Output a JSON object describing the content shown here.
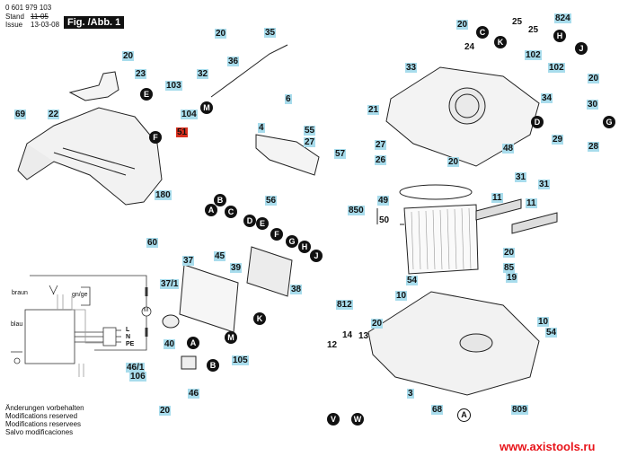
{
  "header": {
    "part_number": "0 601 979 103",
    "stand_label": "Stand",
    "stand_value": "11-05",
    "issue_label": "Issue",
    "issue_value": "13-03-08",
    "figure_title": "Fig. /Abb. 1"
  },
  "notes": [
    "Änderungen vorbehalten",
    "Modifications reserved",
    "Modifications reservees",
    "Salvo modificaciones"
  ],
  "watermark": "www.axistools.ru",
  "wiring": {
    "labels": [
      "braun",
      "gn/ge",
      "blau",
      "L",
      "N",
      "PE",
      "M"
    ]
  },
  "part_labels": [
    {
      "id": "p20a",
      "text": "20"
    },
    {
      "id": "p23",
      "text": "23"
    },
    {
      "id": "p69",
      "text": "69"
    },
    {
      "id": "p22",
      "text": "22"
    },
    {
      "id": "p180",
      "text": "180"
    },
    {
      "id": "p51",
      "text": "51",
      "highlight": true
    },
    {
      "id": "p20b",
      "text": "20"
    },
    {
      "id": "p35",
      "text": "35"
    },
    {
      "id": "p36",
      "text": "36"
    },
    {
      "id": "p32",
      "text": "32"
    },
    {
      "id": "p103",
      "text": "103"
    },
    {
      "id": "p104",
      "text": "104"
    },
    {
      "id": "p6",
      "text": "6"
    },
    {
      "id": "p4",
      "text": "4"
    },
    {
      "id": "p55",
      "text": "55"
    },
    {
      "id": "p27a",
      "text": "27"
    },
    {
      "id": "p57",
      "text": "57"
    },
    {
      "id": "p56",
      "text": "56"
    },
    {
      "id": "p60",
      "text": "60"
    },
    {
      "id": "p37",
      "text": "37"
    },
    {
      "id": "p45",
      "text": "45"
    },
    {
      "id": "p39",
      "text": "39"
    },
    {
      "id": "p37_1",
      "text": "37/1"
    },
    {
      "id": "p38",
      "text": "38"
    },
    {
      "id": "p40",
      "text": "40"
    },
    {
      "id": "p105",
      "text": "105"
    },
    {
      "id": "p46_1",
      "text": "46/1"
    },
    {
      "id": "p106",
      "text": "106"
    },
    {
      "id": "p46",
      "text": "46"
    },
    {
      "id": "p20c",
      "text": "20"
    },
    {
      "id": "p20d",
      "text": "20"
    },
    {
      "id": "p824",
      "text": "824"
    },
    {
      "id": "p25a",
      "text": "25"
    },
    {
      "id": "p25b",
      "text": "25"
    },
    {
      "id": "p24",
      "text": "24"
    },
    {
      "id": "p102a",
      "text": "102"
    },
    {
      "id": "p102b",
      "text": "102"
    },
    {
      "id": "p33",
      "text": "33"
    },
    {
      "id": "p20e",
      "text": "20"
    },
    {
      "id": "p34",
      "text": "34"
    },
    {
      "id": "p30",
      "text": "30"
    },
    {
      "id": "p21",
      "text": "21"
    },
    {
      "id": "p29",
      "text": "29"
    },
    {
      "id": "p28",
      "text": "28"
    },
    {
      "id": "p27b",
      "text": "27"
    },
    {
      "id": "p48",
      "text": "48"
    },
    {
      "id": "p26",
      "text": "26"
    },
    {
      "id": "p20f",
      "text": "20"
    },
    {
      "id": "p31a",
      "text": "31"
    },
    {
      "id": "p31b",
      "text": "31"
    },
    {
      "id": "p49",
      "text": "49"
    },
    {
      "id": "p850",
      "text": "850"
    },
    {
      "id": "p50",
      "text": "50"
    },
    {
      "id": "p11a",
      "text": "11"
    },
    {
      "id": "p11b",
      "text": "11"
    },
    {
      "id": "p20g",
      "text": "20"
    },
    {
      "id": "p85",
      "text": "85"
    },
    {
      "id": "p19",
      "text": "19"
    },
    {
      "id": "p54a",
      "text": "54"
    },
    {
      "id": "p812",
      "text": "812"
    },
    {
      "id": "p10a",
      "text": "10"
    },
    {
      "id": "p20h",
      "text": "20"
    },
    {
      "id": "p10b",
      "text": "10"
    },
    {
      "id": "p14",
      "text": "14"
    },
    {
      "id": "p12",
      "text": "12"
    },
    {
      "id": "p13",
      "text": "13"
    },
    {
      "id": "p54b",
      "text": "54"
    },
    {
      "id": "p3",
      "text": "3"
    },
    {
      "id": "p68",
      "text": "68"
    },
    {
      "id": "p809",
      "text": "809"
    }
  ],
  "connectors": [
    {
      "id": "cE1",
      "text": "E"
    },
    {
      "id": "cF1",
      "text": "F"
    },
    {
      "id": "cM1",
      "text": "M"
    },
    {
      "id": "cA1",
      "text": "A"
    },
    {
      "id": "cB1",
      "text": "B"
    },
    {
      "id": "cC1",
      "text": "C"
    },
    {
      "id": "cD1",
      "text": "D"
    },
    {
      "id": "cE2",
      "text": "E"
    },
    {
      "id": "cF2",
      "text": "F"
    },
    {
      "id": "cG1",
      "text": "G"
    },
    {
      "id": "cH1",
      "text": "H"
    },
    {
      "id": "cJ1",
      "text": "J"
    },
    {
      "id": "cK1",
      "text": "K"
    },
    {
      "id": "cA2",
      "text": "A"
    },
    {
      "id": "cM2",
      "text": "M"
    },
    {
      "id": "cB2",
      "text": "B"
    },
    {
      "id": "cC2",
      "text": "C"
    },
    {
      "id": "cK2",
      "text": "K"
    },
    {
      "id": "cH2",
      "text": "H"
    },
    {
      "id": "cJ2",
      "text": "J"
    },
    {
      "id": "cD2",
      "text": "D"
    },
    {
      "id": "cG2",
      "text": "G"
    },
    {
      "id": "cV",
      "text": "V"
    },
    {
      "id": "cW",
      "text": "W"
    },
    {
      "id": "cA3",
      "text": "A",
      "open": true
    }
  ]
}
